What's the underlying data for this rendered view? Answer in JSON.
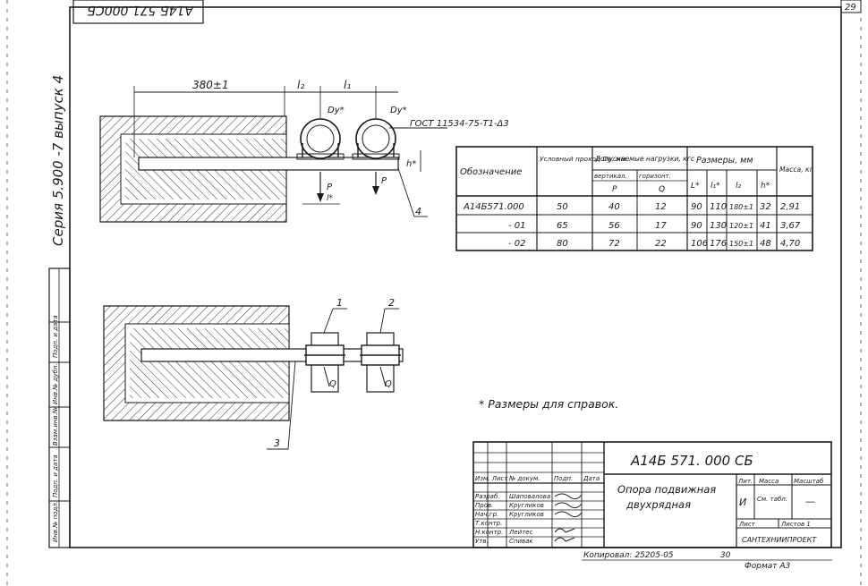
{
  "stamp_top": "А14Б 571.000СБ",
  "page_number": "29",
  "side_title": "Серия 5.900 -7 выпуск 4",
  "dims": {
    "length": "380±1",
    "l2": "l₂",
    "l1": "l₁",
    "dy": "Dу*",
    "dy2": "Dу*",
    "h": "h*",
    "P1": "P",
    "P2": "P",
    "l_lower": "l*",
    "Q1": "Q",
    "Q2": "Q"
  },
  "callouts": {
    "gost": "ГОСТ 11534-75-Т1-Δ3",
    "c1": "1",
    "c2": "2",
    "c3": "3",
    "c4": "4"
  },
  "table": {
    "h_designation": "Обозначение",
    "h_dn": "Условный проход Dу, мм",
    "h_loads": "Допускаемые нагрузки, кгс",
    "h_vert": "вертикал.",
    "h_horiz": "горизонт.",
    "h_P": "P",
    "h_Q": "Q",
    "h_sizes": "Размеры, мм",
    "h_L": "L*",
    "h_l1": "l₁*",
    "h_l2": "l₂",
    "h_h": "h*",
    "h_mass": "Масса, кг",
    "rows": [
      {
        "des": "А14Б571.000",
        "dn": "50",
        "p": "40",
        "q": "12",
        "L": "90",
        "l1": "110",
        "l2": "180±1",
        "h": "32",
        "m": "2,91"
      },
      {
        "des": "- 01",
        "dn": "65",
        "p": "56",
        "q": "17",
        "L": "90",
        "l1": "130",
        "l2": "120±1",
        "h": "41",
        "m": "3,67"
      },
      {
        "des": "- 02",
        "dn": "80",
        "p": "72",
        "q": "22",
        "L": "106",
        "l1": "176",
        "l2": "150±1",
        "h": "48",
        "m": "4,70"
      }
    ]
  },
  "note": "* Размеры  для  справок.",
  "titleblock": {
    "code": "А14Б  571. 000 СБ",
    "name1": "Опора  подвижная",
    "name2": "двухрядная",
    "lit_h": "Лит.",
    "mass_h": "Масса",
    "scale_h": "Масштаб",
    "lit_v": "И",
    "mass_v": "См. табл.",
    "scale_v": "—",
    "sheet_h": "Лист",
    "sheets_h": "Листов 1",
    "org": "САНТЕХНИИПРОЕКТ",
    "roles": [
      "Изм. Лист",
      "Разраб.",
      "Пров.",
      "Нач.гр.",
      "Т.контр.",
      "Н.контр.",
      "Утв."
    ],
    "names": [
      "№ докум.",
      "Шаповалова",
      "Кругликов",
      "Кругликов",
      "",
      "Лейтес",
      "Спивак"
    ],
    "cols": [
      "Подп.",
      "Дата"
    ]
  },
  "footer": {
    "copied": "Копировал: 25205-05",
    "num": "30",
    "format": "Формат А3"
  },
  "side_labels": [
    "Инв.№ подл.",
    "Подп. и дата",
    "Взам.инв.№",
    "Инв.№ дубл.",
    "Подп. и дата"
  ]
}
